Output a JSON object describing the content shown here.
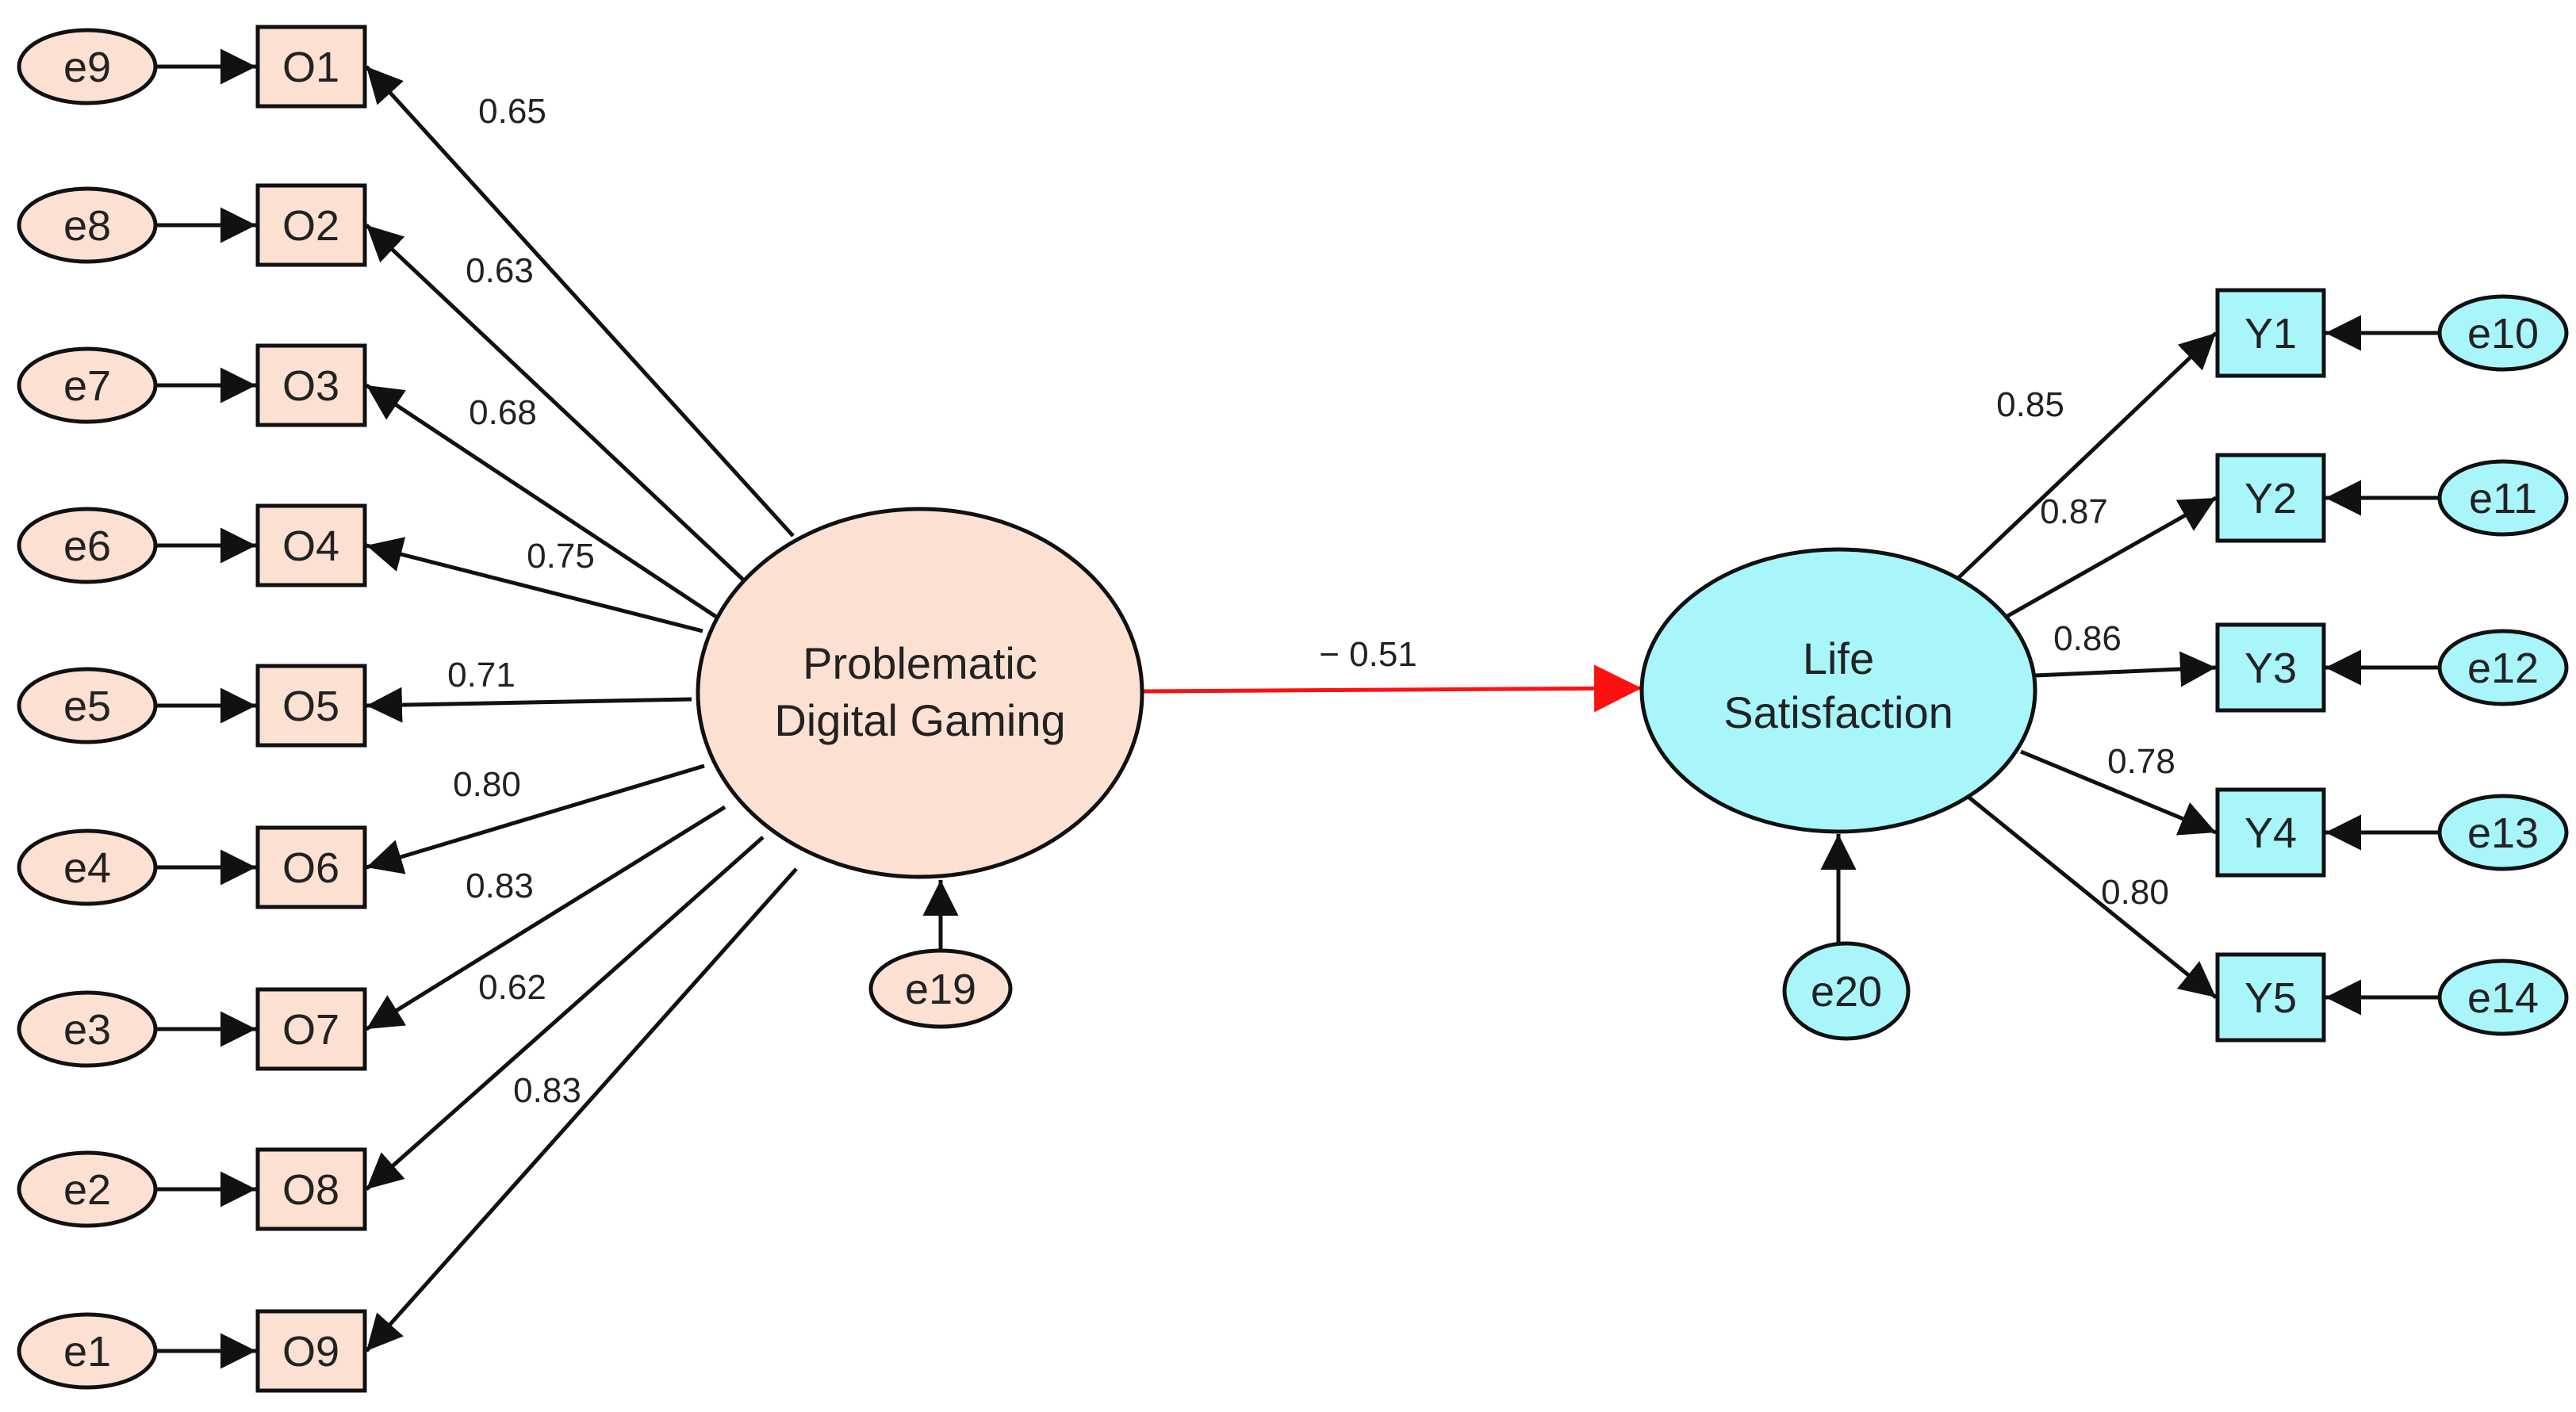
{
  "colors": {
    "pdg_fill": "#fce1d3",
    "ls_fill": "#a8f6fa",
    "stroke": "#111111",
    "path_red": "#ff1010"
  },
  "latents": {
    "pdg": {
      "line1": "Problematic",
      "line2": "Digital Gaming",
      "error": "e19"
    },
    "ls": {
      "line1": "Life",
      "line2": "Satisfaction",
      "error": "e20"
    }
  },
  "path": {
    "label": "− 0.51",
    "value": -0.51
  },
  "left_indicators": [
    {
      "name": "O1",
      "error": "e9",
      "loading": "0.65"
    },
    {
      "name": "O2",
      "error": "e8",
      "loading": "0.63"
    },
    {
      "name": "O3",
      "error": "e7",
      "loading": "0.68"
    },
    {
      "name": "O4",
      "error": "e6",
      "loading": "0.75"
    },
    {
      "name": "O5",
      "error": "e5",
      "loading": "0.71"
    },
    {
      "name": "O6",
      "error": "e4",
      "loading": "0.80"
    },
    {
      "name": "O7",
      "error": "e3",
      "loading": "0.83"
    },
    {
      "name": "O8",
      "error": "e2",
      "loading": "0.62"
    },
    {
      "name": "O9",
      "error": "e1",
      "loading": "0.83"
    }
  ],
  "right_indicators": [
    {
      "name": "Y1",
      "error": "e10",
      "loading": "0.85"
    },
    {
      "name": "Y2",
      "error": "e11",
      "loading": "0.87"
    },
    {
      "name": "Y3",
      "error": "e12",
      "loading": "0.86"
    },
    {
      "name": "Y4",
      "error": "e13",
      "loading": "0.78"
    },
    {
      "name": "Y5",
      "error": "e14",
      "loading": "0.80"
    }
  ]
}
